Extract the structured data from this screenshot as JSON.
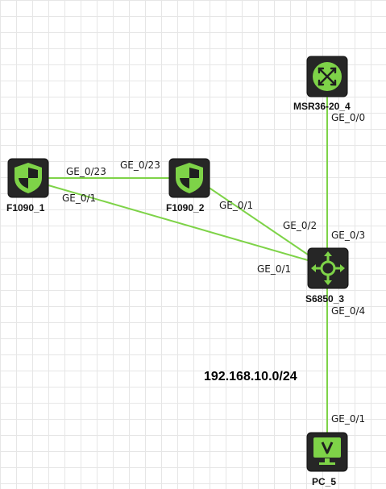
{
  "devices": {
    "msr": {
      "name": "MSR36-20_4",
      "icon": "router-icon"
    },
    "f1": {
      "name": "F1090_1",
      "icon": "firewall-shield-icon"
    },
    "f2": {
      "name": "F1090_2",
      "icon": "firewall-shield-icon"
    },
    "s6850": {
      "name": "S6850_3",
      "icon": "switch-icon"
    },
    "pc": {
      "name": "PC_5",
      "icon": "monitor-icon"
    }
  },
  "ports": {
    "msr_ge00": "GE_0/0",
    "f1_ge023": "GE_0/23",
    "f2_ge023": "GE_0/23",
    "f1_ge01": "GE_0/1",
    "f2_ge01": "GE_0/1",
    "s_ge02": "GE_0/2",
    "s_ge03": "GE_0/3",
    "s_ge01": "GE_0/1",
    "s_ge04": "GE_0/4",
    "pc_ge01": "GE_0/1"
  },
  "subnet": "192.168.10.0/24",
  "colors": {
    "link": "#7ed348",
    "icon_accent": "#7ed348",
    "device_body": "#262626"
  }
}
